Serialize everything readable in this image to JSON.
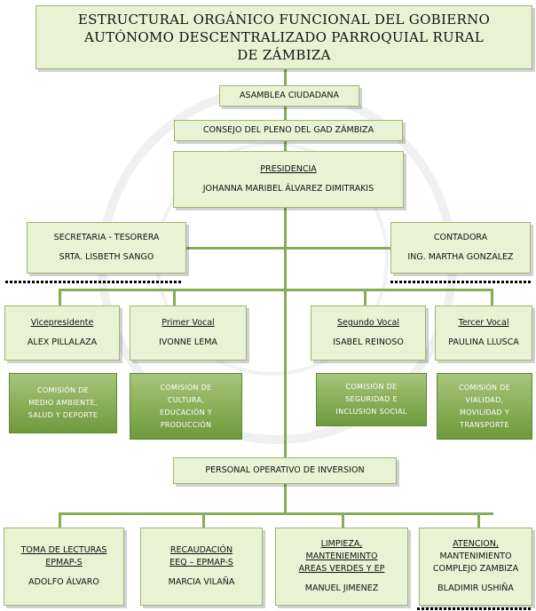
{
  "title": {
    "line1": "ESTRUCTURAL ORGÁNICO FUNCIONAL DEL GOBIERNO",
    "line2": "AUTÓNOMO DESCENTRALIZADO PARROQUIAL RURAL",
    "line3": "DE ZÁMBIZA"
  },
  "asamblea": "ASAMBLEA CIUDADANA",
  "consejo": "CONSEJO DEL PLENO DEL GAD ZÁMBIZA",
  "presidencia": {
    "role": "PRESIDENCIA",
    "name": "JOHANNA MARIBEL ÁLVAREZ DIMITRAKIS"
  },
  "secretaria": {
    "role": "SECRETARIA - TESORERA",
    "name": "SRTA. LISBETH SANGO"
  },
  "contadora": {
    "role": "CONTADORA",
    "name": "ING. MARTHA GONZALEZ"
  },
  "vocales": [
    {
      "role": "Vicepresidente",
      "name": "ALEX PILLALAZA",
      "commission": [
        "COMISIÓN DE",
        "MEDIO AMBIENTE,",
        "SALUD Y DEPORTE"
      ]
    },
    {
      "role": "Primer Vocal",
      "name": "IVONNE LEMA",
      "commission": [
        "COMISIÓN DE",
        "CULTURA,",
        "EDUCACIÓN Y",
        "PRODUCCIÓN"
      ]
    },
    {
      "role": "Segundo Vocal",
      "name": "ISABEL REINOSO",
      "commission": [
        "COMISIÓN DE",
        "SEGURIDAD E",
        "INCLUSIÓN SOCIAL"
      ]
    },
    {
      "role": "Tercer Vocal",
      "name": "PAULINA LLUSCA",
      "commission": [
        "COMISIÓN DE",
        "VIALIDAD,",
        "MOVILIDAD Y",
        "TRANSPORTE"
      ]
    }
  ],
  "personal": "PERSONAL OPERATIVO DE INVERSION",
  "operativos": [
    {
      "role": [
        "TOMA DE LECTURAS",
        "EPMAP-S"
      ],
      "name": "ADOLFO ÁLVARO"
    },
    {
      "role": [
        "RECAUDACIÓN",
        "EEQ – EPMAP-S"
      ],
      "name": "MARCIA VILAÑA"
    },
    {
      "role": [
        "LIMPIEZA,",
        "MANTENIEMINTO",
        "AREAS VERDES Y EP"
      ],
      "name": "MANUEL JIMENEZ"
    },
    {
      "role": [
        "ATENCION,",
        "MANTENIMIENTO",
        "COMPLEJO ZAMBIZA"
      ],
      "name": "BLADIMIR USHIÑA"
    }
  ]
}
